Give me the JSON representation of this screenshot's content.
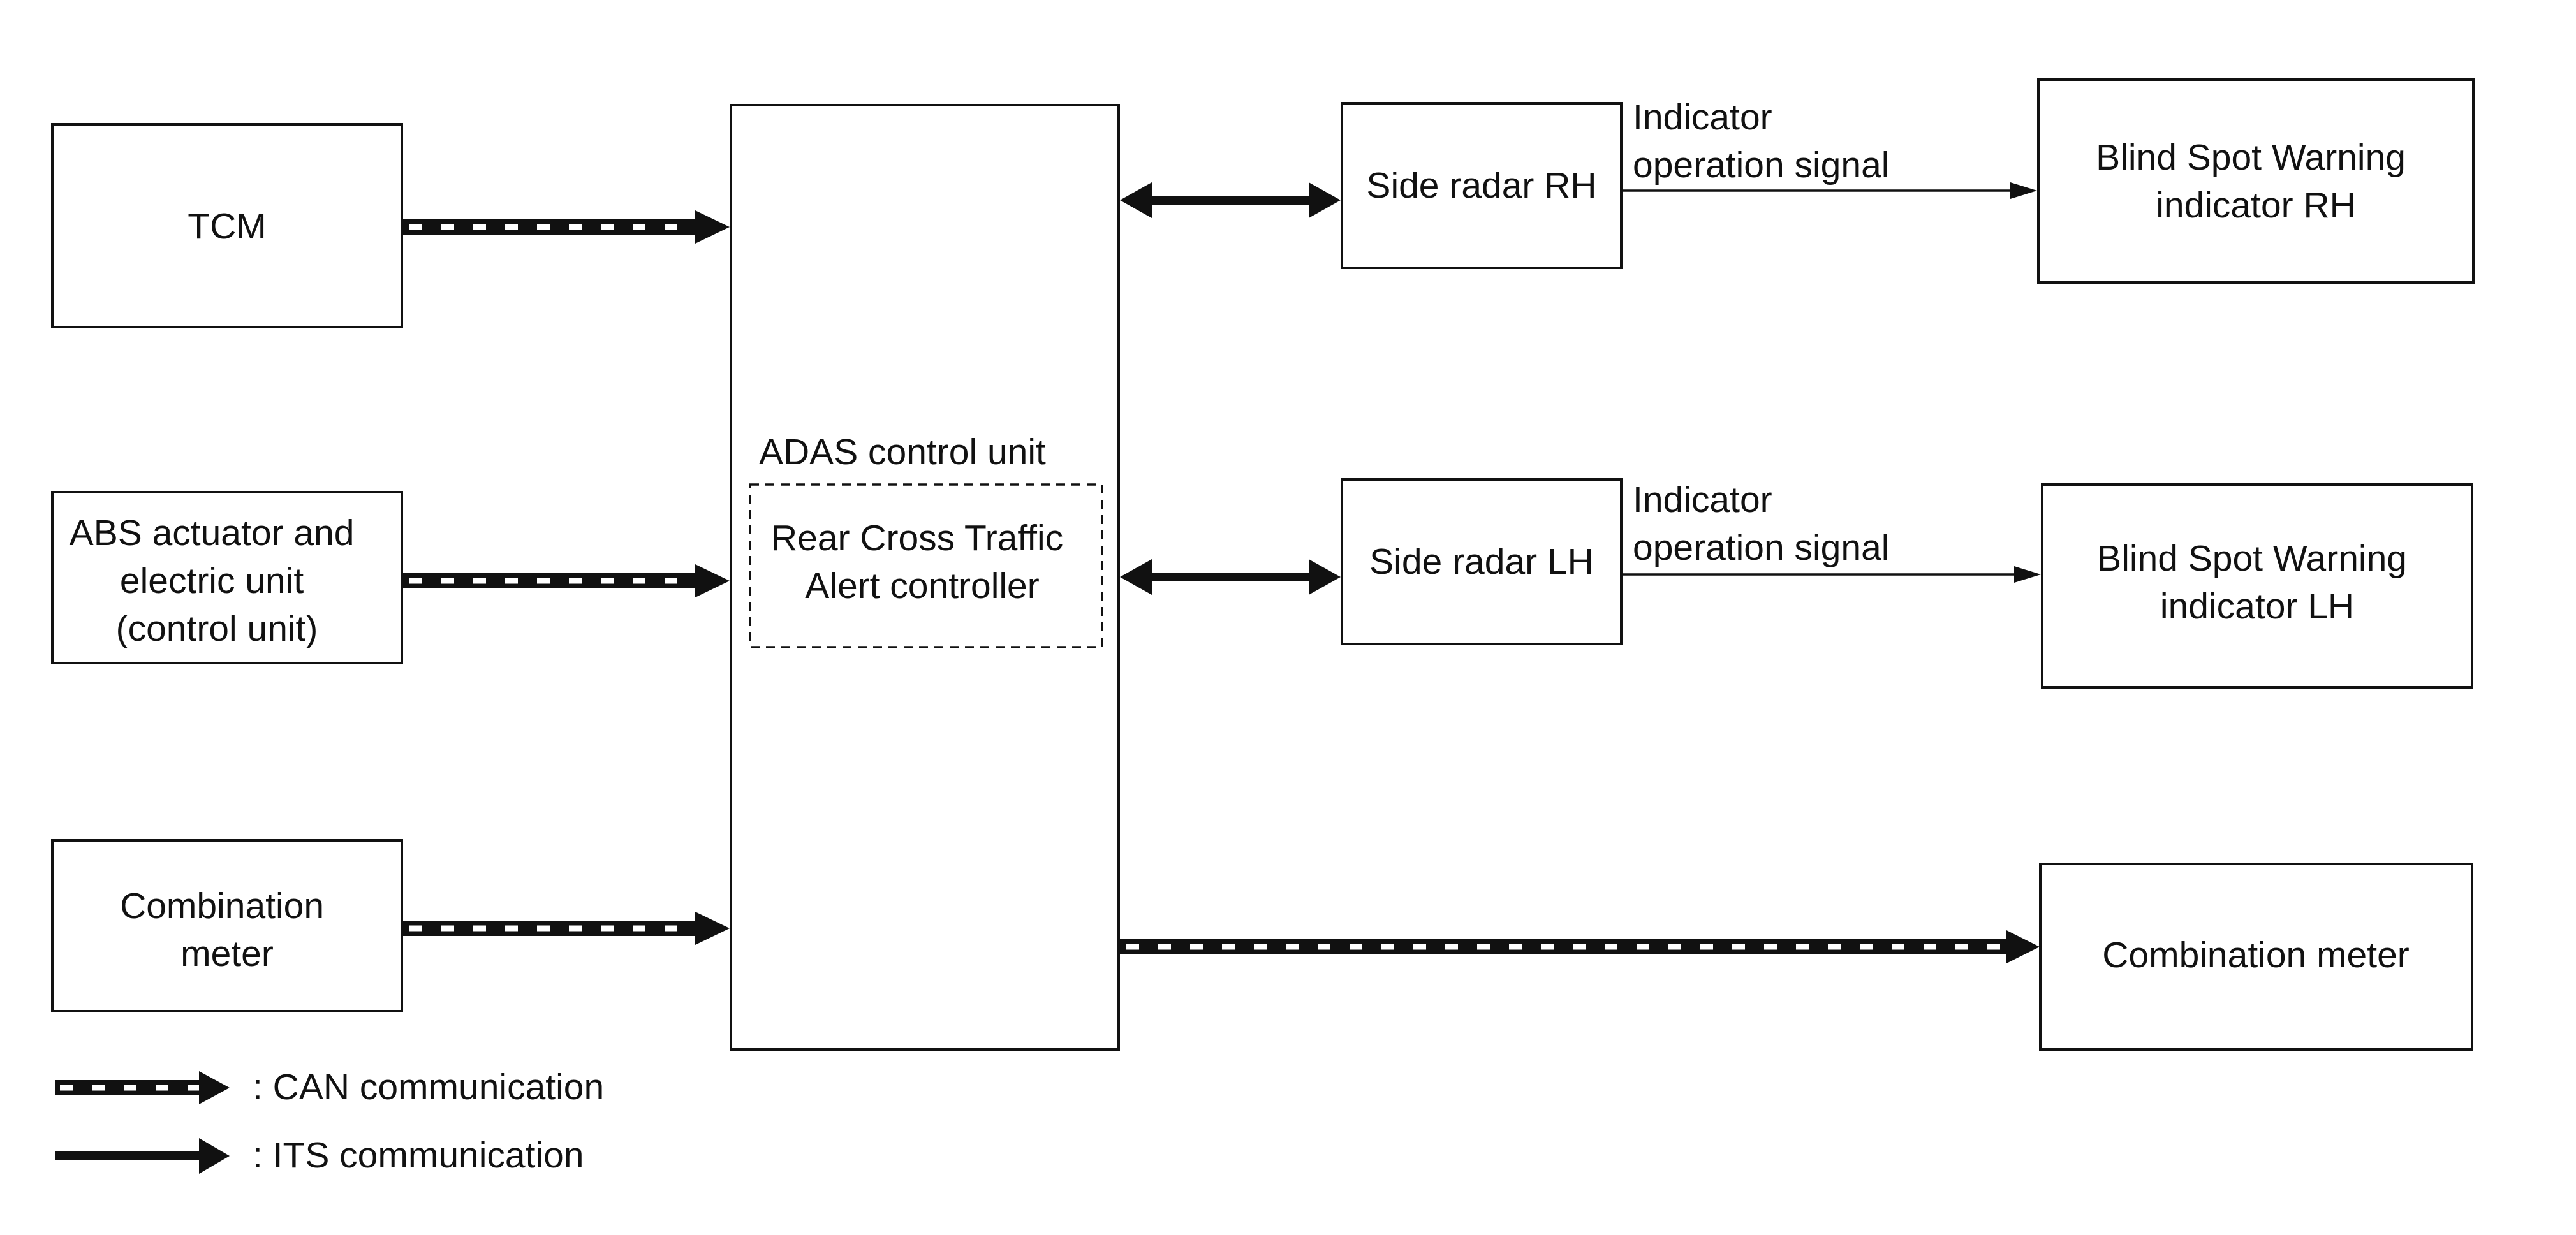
{
  "diagram": {
    "blocks": {
      "tcm": "TCM",
      "abs": [
        "ABS actuator and",
        "electric unit",
        "(control unit)"
      ],
      "combo_left": [
        "Combination",
        "meter"
      ],
      "adas_title": "ADAS control unit",
      "rcta": [
        "Rear Cross Traffic",
        "Alert controller"
      ],
      "radar_rh": "Side radar RH",
      "radar_lh": "Side radar LH",
      "bsw_rh": [
        "Blind Spot Warning",
        "indicator RH"
      ],
      "bsw_lh": [
        "Blind Spot Warning",
        "indicator LH"
      ],
      "combo_right": "Combination meter"
    },
    "signals": {
      "rh": [
        "Indicator",
        "operation signal"
      ],
      "lh": [
        "Indicator",
        "operation signal"
      ]
    },
    "legend": {
      "can": ": CAN communication",
      "its": ": ITS communication"
    }
  },
  "colors": {
    "line": "#111111",
    "can_dash": "#ffffff",
    "background": "#ffffff"
  }
}
